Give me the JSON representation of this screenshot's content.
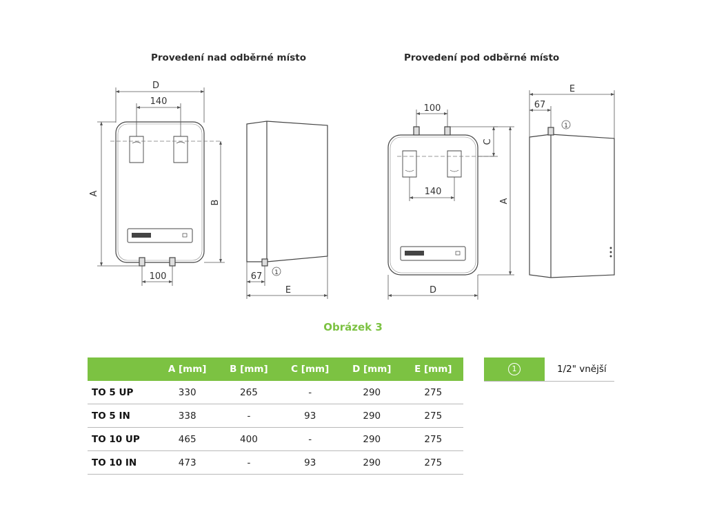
{
  "headings": {
    "left": "Provedení nad odběrné místo",
    "right": "Provedení pod odběrné místo"
  },
  "dimension_labels": {
    "d": "D",
    "e": "E",
    "a": "A",
    "b": "B",
    "c": "C",
    "spacing_140": "140",
    "spacing_100": "100",
    "offset_67": "67",
    "callout_1": "1"
  },
  "caption": "Obrázek 3",
  "table": {
    "headers": [
      "",
      "A [mm]",
      "B [mm]",
      "C [mm]",
      "D [mm]",
      "E [mm]"
    ],
    "rows": [
      [
        "TO 5 UP",
        "330",
        "265",
        "-",
        "290",
        "275"
      ],
      [
        "TO 5 IN",
        "338",
        "-",
        "93",
        "290",
        "275"
      ],
      [
        "TO 10 UP",
        "465",
        "400",
        "-",
        "290",
        "275"
      ],
      [
        "TO 10 IN",
        "473",
        "-",
        "93",
        "290",
        "275"
      ]
    ]
  },
  "legend": {
    "symbol": "1",
    "description": "1/2\" vnější"
  },
  "colors": {
    "accent_green": "#7cc242",
    "line": "#444444",
    "dim_line": "#555555"
  }
}
